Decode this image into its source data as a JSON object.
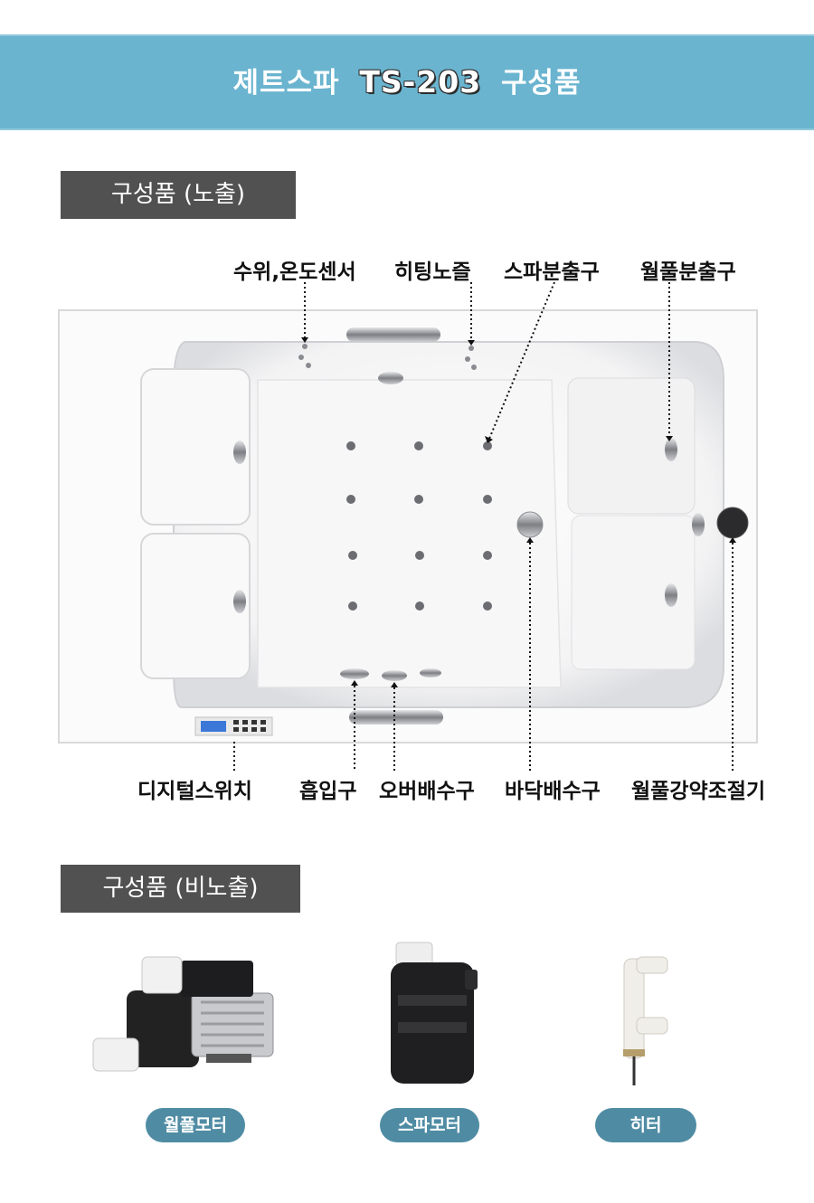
{
  "banner": {
    "prefix": "제트스파",
    "model": "TS-203",
    "suffix": "구성품"
  },
  "sections": {
    "exposed": "구성품 (노출)",
    "hidden": "구성품 (비노출)"
  },
  "top_labels": [
    "수위,온도센서",
    "히팅노즐",
    "스파분출구",
    "월풀분출구"
  ],
  "bottom_labels": [
    "디지털스위치",
    "흡입구",
    "오버배수구",
    "바닥배수구",
    "월풀강약조절기"
  ],
  "parts": [
    "월풀모터",
    "스파모터",
    "히터"
  ],
  "colors": {
    "banner": "#6ab4cf",
    "tag": "#515151",
    "pill": "#4f8ca4"
  }
}
